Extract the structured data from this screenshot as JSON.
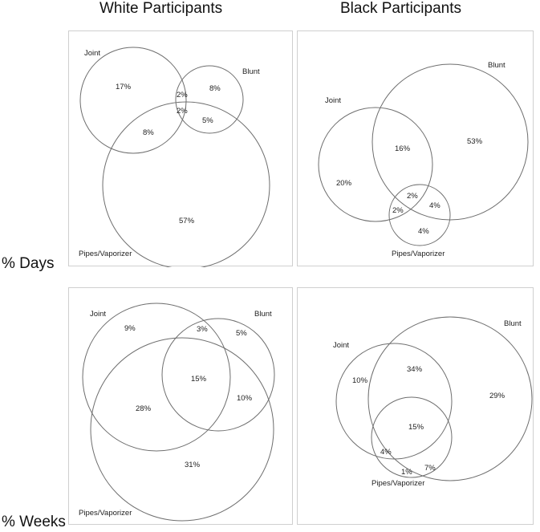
{
  "headers": {
    "col_white": "White Participants",
    "col_black": "Black Participants",
    "row_days": "% Days",
    "row_weeks": "% Weeks"
  },
  "panels": {
    "days_white": {
      "labels": {
        "a": "Joint",
        "b": "Blunt",
        "c": "Pipes/Vaporizer"
      },
      "values": {
        "a_only": "17%",
        "b_only": "8%",
        "ab_only": "2%",
        "abc": "2%",
        "ac_only": "8%",
        "bc_only": "5%",
        "c_only": "57%"
      }
    },
    "days_black": {
      "labels": {
        "a": "Joint",
        "b": "Blunt",
        "c": "Pipes/Vaporizer"
      },
      "values": {
        "a_only": "20%",
        "ab_only": "16%",
        "b_only": "53%",
        "abc": "2%",
        "ac_only": "2%",
        "bc_only": "4%",
        "c_only": "4%"
      }
    },
    "weeks_white": {
      "labels": {
        "a": "Joint",
        "b": "Blunt",
        "c": "Pipes/Vaporizer"
      },
      "values": {
        "a_only": "9%",
        "ab_only": "3%",
        "b_only": "5%",
        "abc": "15%",
        "ac_only": "28%",
        "bc_only": "10%",
        "c_only": "31%"
      }
    },
    "weeks_black": {
      "labels": {
        "a": "Joint",
        "b": "Blunt",
        "c": "Pipes/Vaporizer"
      },
      "values": {
        "a_only": "10%",
        "ab_only": "34%",
        "b_only": "29%",
        "abc": "15%",
        "ac_only": "4%",
        "c_only": "1%",
        "bc_only": "7%"
      }
    }
  }
}
